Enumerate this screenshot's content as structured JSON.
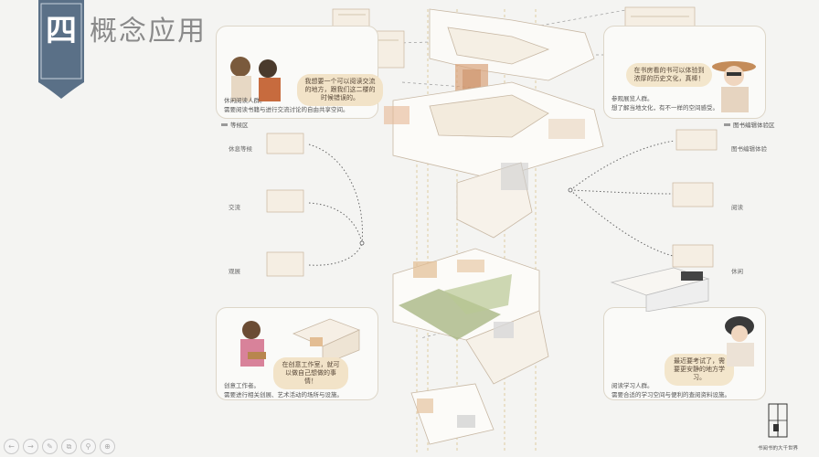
{
  "header": {
    "number": "四",
    "title": "概念应用"
  },
  "panels": {
    "top_left": {
      "bubble": "我想要一个可以阅读交流的地方，跟我们这二楼的时候错误的。",
      "desc": [
        "休闲阅读人群。",
        "需要阅读书籍与进行交流讨论的自由共享空间。"
      ]
    },
    "top_right": {
      "bubble": "在书房看的书可以体验到浓厚的历史文化，真棒！",
      "desc": [
        "参观展览人群。",
        "想了解当地文化，有不一样的空间感受。"
      ]
    },
    "bottom_left": {
      "bubble": "在创意工作室，就可以做自己想做的事情！",
      "desc": [
        "创意工作者。",
        "需要进行相关创展、艺术活动的场所与设施。"
      ]
    },
    "bottom_right": {
      "bubble": "最近要考试了，需要更安静的地方学习。",
      "desc": [
        "阅读学习人群。",
        "需要合适的学习空间与便利的查阅资料设施。"
      ]
    }
  },
  "legends": {
    "left": "等候区",
    "right": "图书编辑体验区"
  },
  "left_labels": [
    "休息等候",
    "交流",
    "观展"
  ],
  "right_labels": [
    "图书编辑体验",
    "阅读",
    "休闲"
  ],
  "logo_caption": "书阅书的大千世界",
  "toolbar": [
    "←",
    "→",
    "✎",
    "⧉",
    "⚲",
    "⊕"
  ]
}
